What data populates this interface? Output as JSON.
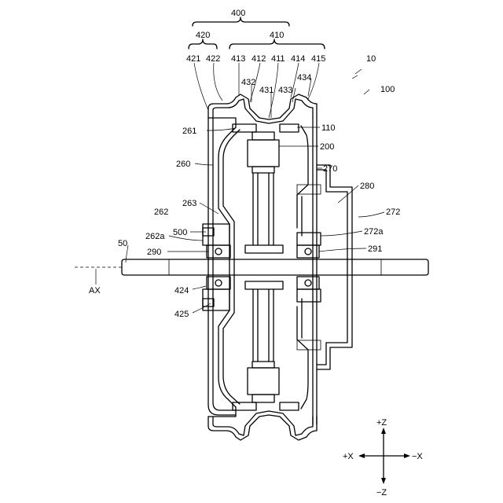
{
  "labels": {
    "l400": "400",
    "l420": "420",
    "l410": "410",
    "l421": "421",
    "l422": "422",
    "l413": "413",
    "l412": "412",
    "l411": "411",
    "l414": "414",
    "l415": "415",
    "l432": "432",
    "l431": "431",
    "l433": "433",
    "l434": "434",
    "l10": "10",
    "l100": "100",
    "l261": "261",
    "l110": "110",
    "l200": "200",
    "l260": "260",
    "l270": "270",
    "l280": "280",
    "l272": "272",
    "l263": "263",
    "l262": "262",
    "l500": "500",
    "l262a": "262a",
    "l272a": "272a",
    "l50": "50",
    "l290": "290",
    "l291": "291",
    "lAX": "AX",
    "l424": "424",
    "l425": "425"
  },
  "axes": {
    "plusZ": "+Z",
    "minusZ": "−Z",
    "plusX": "+X",
    "minusX": "−X"
  }
}
